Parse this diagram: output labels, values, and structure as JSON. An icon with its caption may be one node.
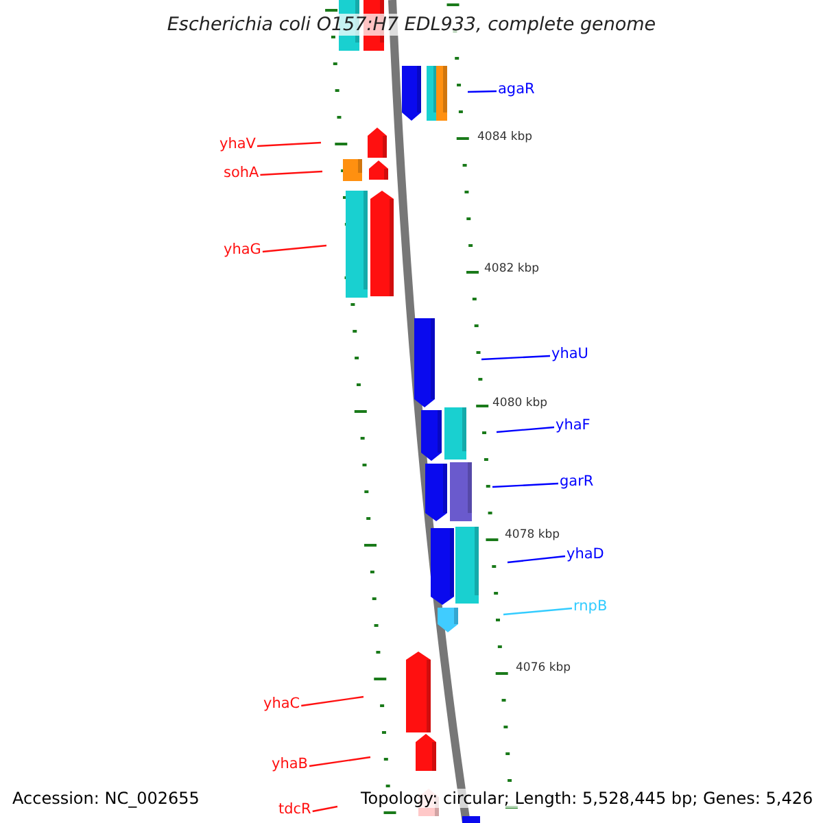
{
  "diagram": {
    "title": "Escherichia coli O157:H7 EDL933, complete genome",
    "nodes": [
      {
        "text": [
          "agaR"
        ]
      },
      {
        "text": [
          "yhaV"
        ]
      },
      {
        "text": [
          "sohA"
        ]
      },
      {
        "text": [
          "yhaG"
        ]
      },
      {
        "text": [
          "yhaU"
        ]
      },
      {
        "text": [
          "yhaF"
        ]
      },
      {
        "text": [
          "garR"
        ]
      },
      {
        "text": [
          "yhaD"
        ]
      },
      {
        "text": [
          "rnpB"
        ]
      },
      {
        "text": [
          "yhaC"
        ]
      },
      {
        "text": [
          "yhaB"
        ]
      },
      {
        "text": [
          "tdcR"
        ]
      }
    ],
    "edges": [
      {
        "from": 0,
        "to": null,
        "arrow": "none",
        "color": "#0000ff"
      },
      {
        "from": 1,
        "to": null,
        "arrow": "none"
      },
      {
        "from": 2,
        "to": null,
        "arrow": "none"
      },
      {
        "from": 3,
        "to": null,
        "arrow": "none"
      },
      {
        "from": 4,
        "to": null,
        "arrow": "none",
        "color": "#0000ff"
      },
      {
        "from": 5,
        "to": null,
        "arrow": "none",
        "color": "#0000ff"
      },
      {
        "from": 6,
        "to": null,
        "arrow": "none",
        "color": "#0000ff"
      },
      {
        "from": 7,
        "to": null,
        "arrow": "none",
        "color": "#0000ff"
      },
      {
        "from": 8,
        "to": null,
        "arrow": "none",
        "color": "#33ccff"
      },
      {
        "from": 9,
        "to": null,
        "arrow": "none"
      },
      {
        "from": 10,
        "to": null,
        "arrow": "none"
      },
      {
        "from": 11,
        "to": null,
        "arrow": "none"
      }
    ],
    "labels": [
      "4084 kbp",
      "4082 kbp",
      "4080 kbp",
      "4078 kbp",
      "4076 kbp",
      "Accession: NC_002655",
      "Topology: circular; Length: 5,528,445 bp; Genes: 5,426"
    ]
  }
}
